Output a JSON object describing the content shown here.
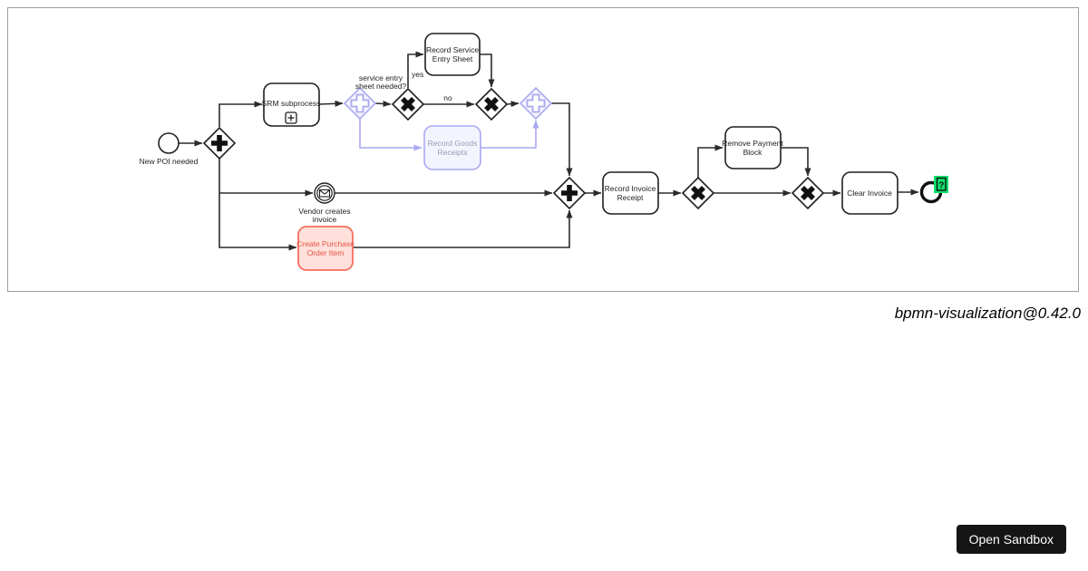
{
  "app": {
    "version_label": "bpmn-visualization@0.42.0",
    "open_sandbox_label": "Open Sandbox"
  },
  "colors": {
    "highlight_lavender_stroke": "#a9a9f0",
    "highlight_lavender_fill": "#f4f4ff",
    "highlight_lavender_text": "#9a9ab5",
    "alert_red_stroke": "#f4705f",
    "alert_red_fill": "#ffe0da",
    "alert_red_text": "#e4564a",
    "badge_green": "#0be16b",
    "edge_black": "#2b2b2b",
    "button_bg": "#151515",
    "canvas_border": "#9e9e9e"
  },
  "diagram": {
    "start_event_label": "New POI needed",
    "srm_subprocess_label": "SRM subprocess",
    "service_entry_question_line1": "service entry",
    "service_entry_question_line2": "sheet needed?",
    "yes_label": "yes",
    "no_label": "no",
    "record_service_entry_sheet_line1": "Record Service",
    "record_service_entry_sheet_line2": "Entry Sheet",
    "record_goods_receipts_line1": "Record Goods",
    "record_goods_receipts_line2": "Receipts",
    "vendor_creates_invoice_line1": "Vendor creates",
    "vendor_creates_invoice_line2": "invoice",
    "create_purchase_order_item_line1": "Create Purchase",
    "create_purchase_order_item_line2": "Order Item",
    "record_invoice_receipt_line1": "Record Invoice",
    "record_invoice_receipt_line2": "Receipt",
    "remove_payment_block_line1": "Remove Payment",
    "remove_payment_block_line2": "Block",
    "clear_invoice_label": "Clear Invoice",
    "broken_icon_glyph": "?"
  }
}
